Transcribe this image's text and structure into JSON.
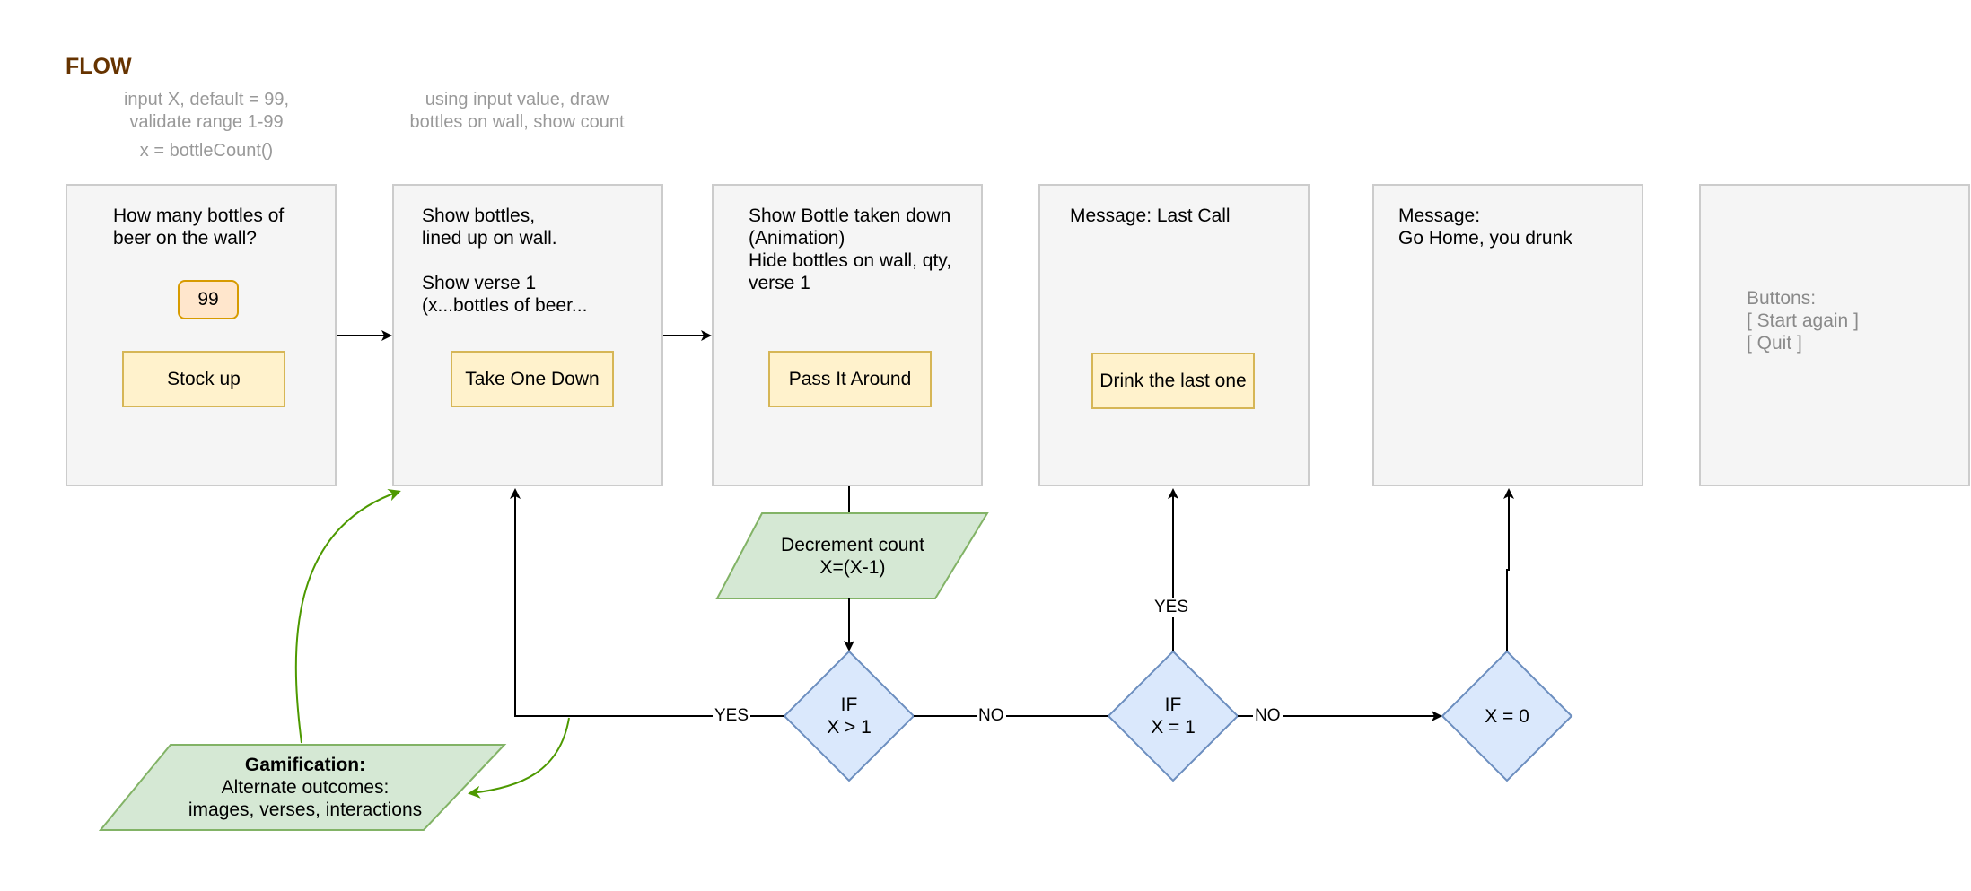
{
  "title": "FLOW",
  "notes": {
    "input": "input X, default = 99,\nvalidate range 1-99",
    "bottle_count": "x = bottleCount()",
    "draw": "using input value, draw\nbottles on wall, show count"
  },
  "panels": [
    {
      "text": "How many bottles of\nbeer on the wall?",
      "input_value": "99",
      "button": "Stock up"
    },
    {
      "text": "Show bottles,\nlined up on wall.\n\nShow verse 1\n(x...bottles of beer...",
      "button": "Take One Down"
    },
    {
      "text": "Show Bottle taken down\n(Animation)\nHide bottles on wall, qty,\nverse 1",
      "button": "Pass It Around"
    },
    {
      "text": "Message: Last Call",
      "button": "Drink the last one"
    },
    {
      "text": "Message:\nGo Home, you drunk"
    },
    {
      "text": "Buttons:\n[ Start again ]\n[ Quit ]"
    }
  ],
  "shapes": {
    "decrement": "Decrement count\nX=(X-1)",
    "gamification_title": "Gamification:",
    "gamification_body": "Alternate outcomes:\nimages, verses, interactions",
    "if_gt1": "IF\nX > 1",
    "if_eq1": "IF\nX = 1",
    "x_eq0": "X = 0"
  },
  "edge_labels": {
    "yes_left": "YES",
    "no_1": "NO",
    "yes_up": "YES",
    "no_2": "NO"
  },
  "colors": {
    "title": "#663300",
    "panel_fill": "#f5f5f5",
    "panel_stroke": "#cccccc",
    "button_fill": "#fff2cc",
    "button_stroke": "#d6b656",
    "parallelogram_fill": "#d5e8d4",
    "parallelogram_stroke": "#82b366",
    "diamond_fill": "#dae8fc",
    "diamond_stroke": "#6c8ebf",
    "curve_arrow": "#4d9900"
  }
}
